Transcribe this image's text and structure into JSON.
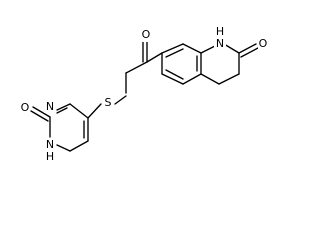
{
  "atoms": {
    "o_ketone": "O",
    "s_thioether": "S",
    "n_lactam": "N",
    "h_lactam": "H",
    "o_lactam": "O",
    "n_pyr_1": "N",
    "n_pyr_h": "N",
    "h_pyr": "H",
    "o_pyr": "O"
  }
}
